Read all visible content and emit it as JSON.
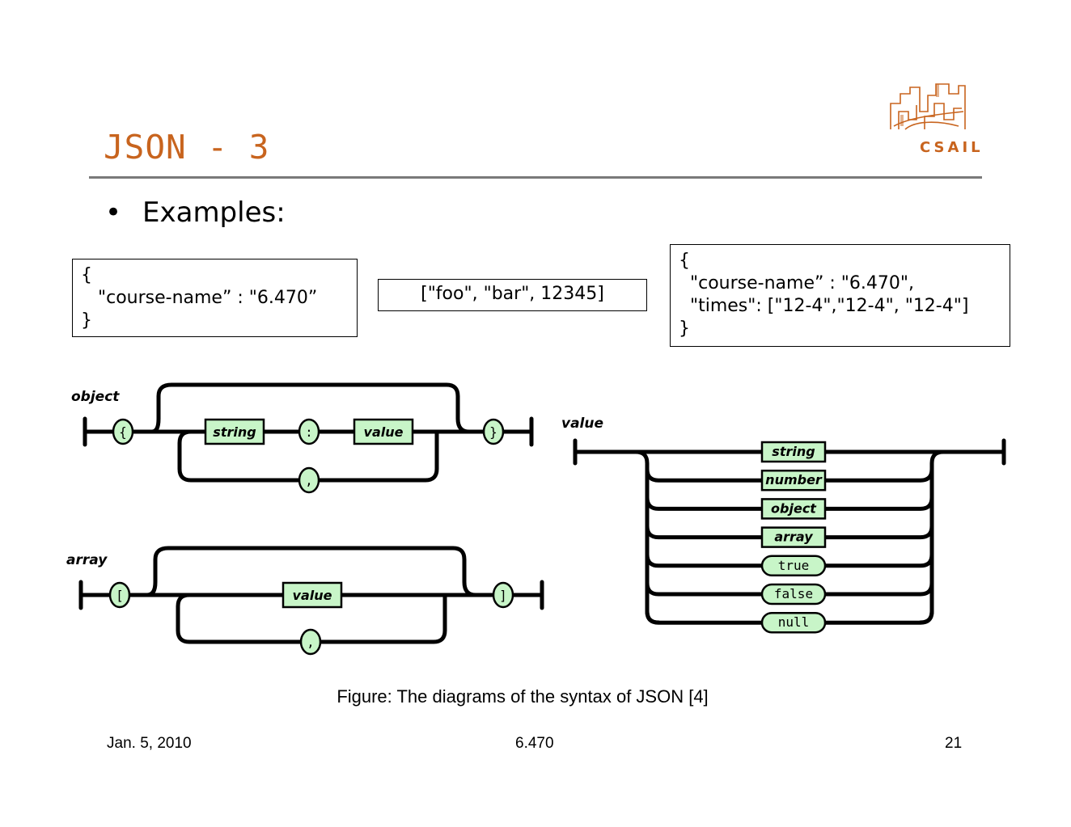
{
  "slide": {
    "title": "JSON - 3",
    "bullet": "Examples:",
    "logo_text": "CSAIL"
  },
  "examples": {
    "object_example": "{\n   \"course-name” : \"6.470”\n}",
    "array_example": "[\"foo\", \"bar\", 12345]",
    "nested_example": "{\n  \"course-name” : \"6.470\",\n  \"times\": [\"12-4\",\"12-4\", \"12-4\"]\n}"
  },
  "diagrams": {
    "object": {
      "label": "object",
      "open": "{",
      "key": "string",
      "colon": ":",
      "value": "value",
      "comma": ",",
      "close": "}"
    },
    "array": {
      "label": "array",
      "open": "[",
      "value": "value",
      "comma": ",",
      "close": "]"
    },
    "value": {
      "label": "value",
      "options": [
        "string",
        "number",
        "object",
        "array",
        "true",
        "false",
        "null"
      ]
    }
  },
  "caption": "Figure: The diagrams of the syntax of JSON [4]",
  "footer": {
    "date": "Jan. 5, 2010",
    "course": "6.470",
    "page": "21"
  },
  "colors": {
    "title": "#c8641e",
    "node_fill": "#c8f5c8",
    "rule": "#7a7a7a"
  }
}
